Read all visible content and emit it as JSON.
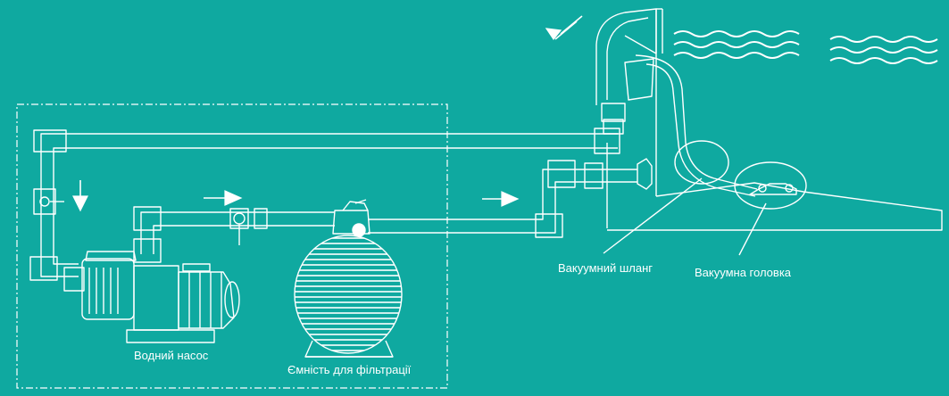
{
  "labels": {
    "pump": "Водний насос",
    "filter_tank": "Ємність для фільтрації",
    "vacuum_hose": "Вакуумний шланг",
    "vacuum_head": "Вакуумна головка"
  },
  "colors": {
    "background": "#0fa9a0",
    "line": "#ffffff"
  }
}
